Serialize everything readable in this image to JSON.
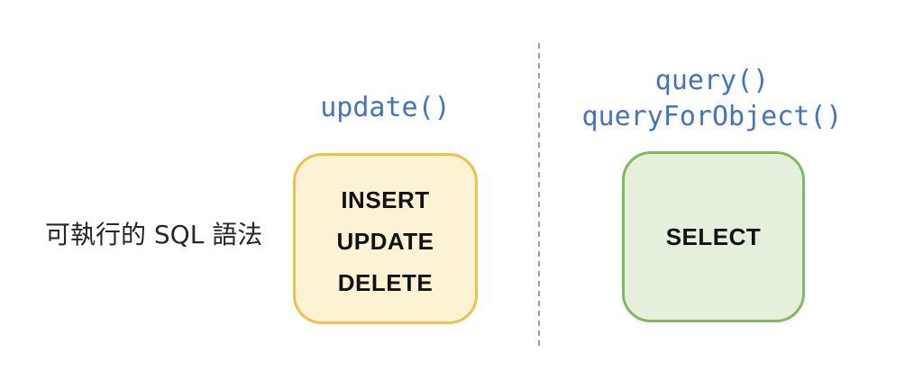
{
  "left_label": {
    "text": "可執行的 SQL 語法"
  },
  "update_group": {
    "method_label": "update()",
    "box": {
      "statements": [
        "INSERT",
        "UPDATE",
        "DELETE"
      ],
      "fill": "#FCF3D5",
      "border": "#F0C04B"
    }
  },
  "query_group": {
    "method_labels": [
      "query()",
      "queryForObject()"
    ],
    "box": {
      "statements": [
        "SELECT"
      ],
      "fill": "#E4F0DC",
      "border": "#81B95E"
    }
  },
  "divider": {
    "style": "dashed",
    "color": "#9E9E9E"
  },
  "colors": {
    "code_blue": "#4472C4",
    "text_black": "#262626"
  }
}
